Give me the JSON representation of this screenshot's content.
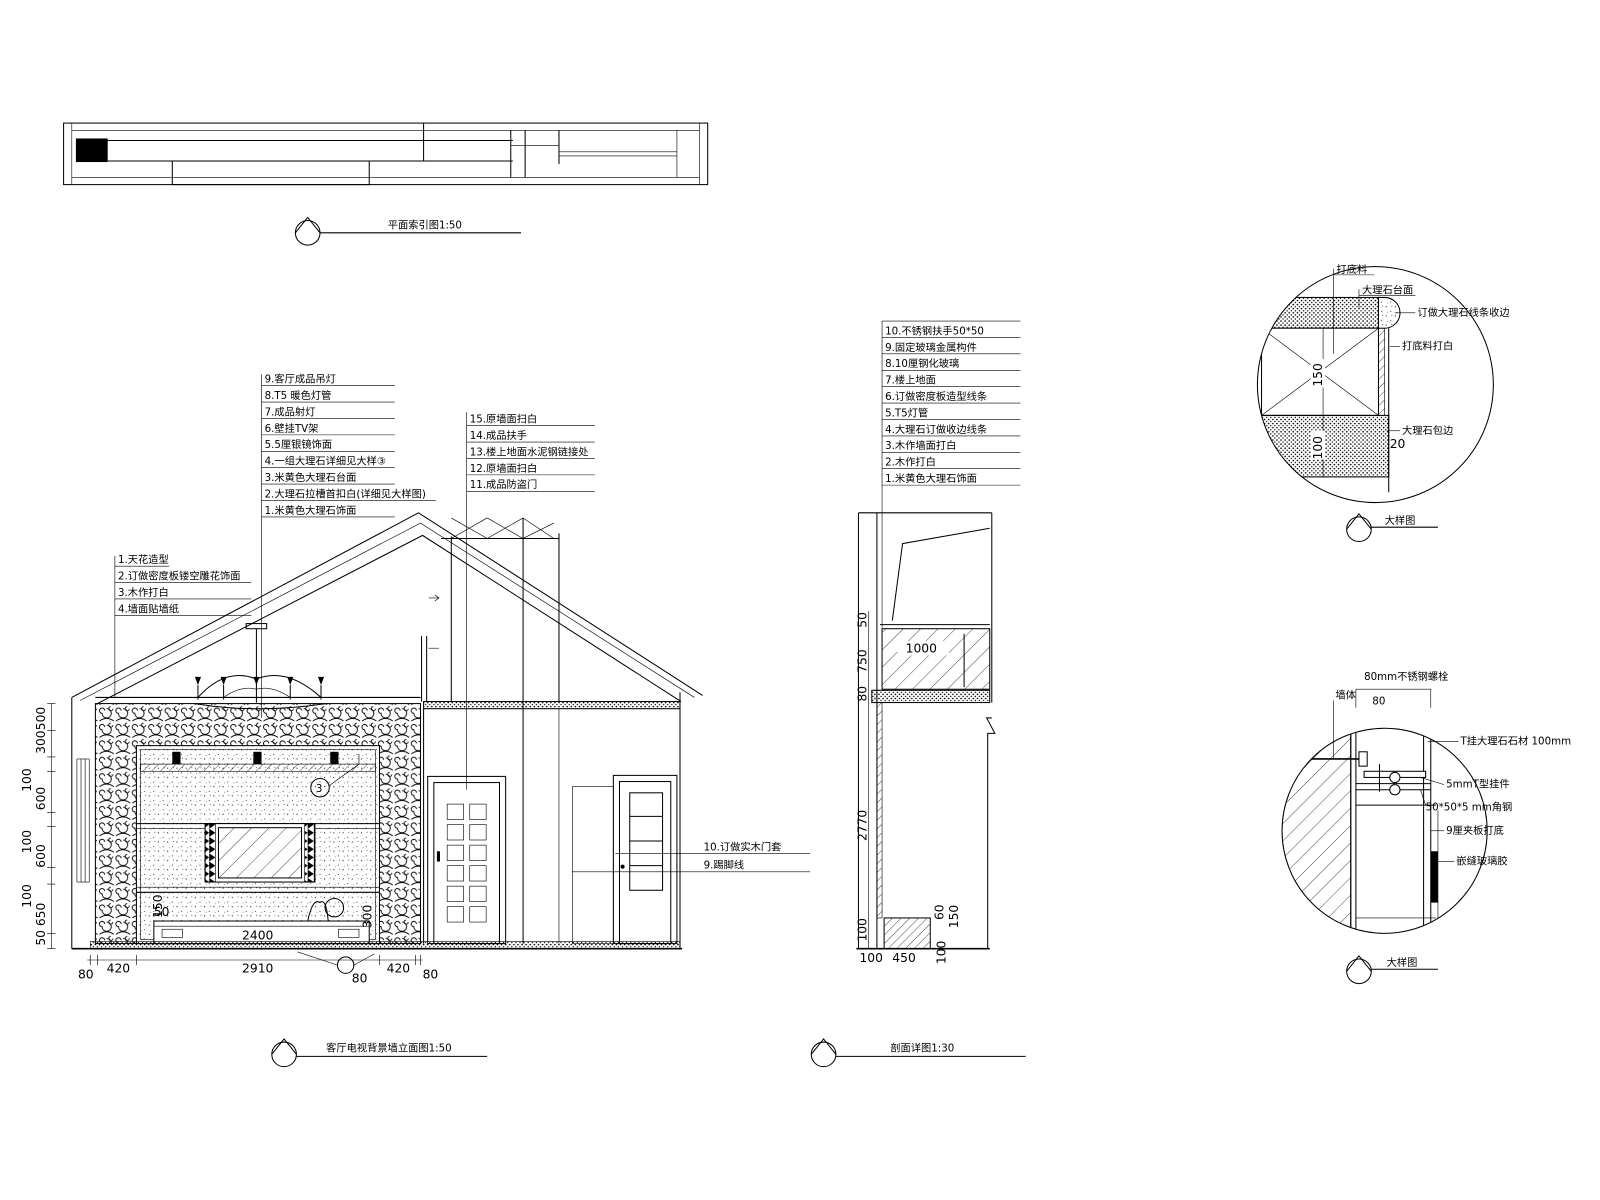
{
  "plan": {
    "caption": "平面索引图1:50"
  },
  "elevation": {
    "caption": "客厅电视背景墙立面图1:50",
    "callouts_center": [
      "9.客厅成品吊灯",
      "8.T5 暖色灯管",
      "7.成品射灯",
      "6.壁挂TV架",
      "5.5厘银镜饰面",
      "4.一组大理石详细见大样③",
      "3.米黄色大理石台面",
      "2.大理石拉槽首扣白(详细见大样图)",
      "1.米黄色大理石饰面"
    ],
    "callouts_left": [
      "1.天花造型",
      "2.订做密度板镂空雕花饰面",
      "3.木作打白",
      "4.墙面贴墙纸"
    ],
    "callouts_right": [
      "15.原墙面扫白",
      "14.成品扶手",
      "13.楼上地面水泥钢链接处",
      "12.原墙面扫白",
      "11.成品防盗门"
    ],
    "callouts_door": [
      "10.订做实木门套",
      "9.踢脚线"
    ],
    "dims_left": [
      "500",
      "300",
      "100",
      "600",
      "100",
      "600",
      "100",
      "650",
      "50"
    ],
    "dims_bottom": [
      "80",
      "420",
      "2910",
      "420",
      "80",
      "80"
    ],
    "dims_cabinet": [
      "2400",
      "150",
      "300",
      "50"
    ],
    "detail_marker": "3"
  },
  "section": {
    "caption": "剖面详图1:30",
    "callouts": [
      "10.不锈钢扶手50*50",
      "9.固定玻璃金属构件",
      "8.10厘钢化玻璃",
      "7.楼上地面",
      "6.订做密度板造型线条",
      "5.T5灯管",
      "4.大理石订做收边线条",
      "3.木作墙面打白",
      "2.木作打白",
      "1.米黄色大理石饰面"
    ],
    "dims_vertical": [
      "50",
      "750",
      "80",
      "2770",
      "100"
    ],
    "dims_bottom": [
      "100",
      "450",
      "100"
    ],
    "dims_cabinet": [
      "60",
      "150"
    ],
    "rail_width": "1000"
  },
  "detail_a": {
    "caption": "大样图",
    "labels": [
      "打底料",
      "大理石台面",
      "订做大理石线条收边",
      "打底料打白",
      "大理石包边"
    ],
    "dims": [
      "150",
      "100",
      "20"
    ]
  },
  "detail_b": {
    "caption": "大样图",
    "labels": [
      "80mm不锈钢螺栓",
      "墙体",
      "T挂大理石石材 100mm",
      "5mmT型挂件",
      "50*50*5 mm角钢",
      "9厘夹板打底",
      "嵌缝玻璃胶"
    ],
    "dims": [
      "80"
    ]
  }
}
